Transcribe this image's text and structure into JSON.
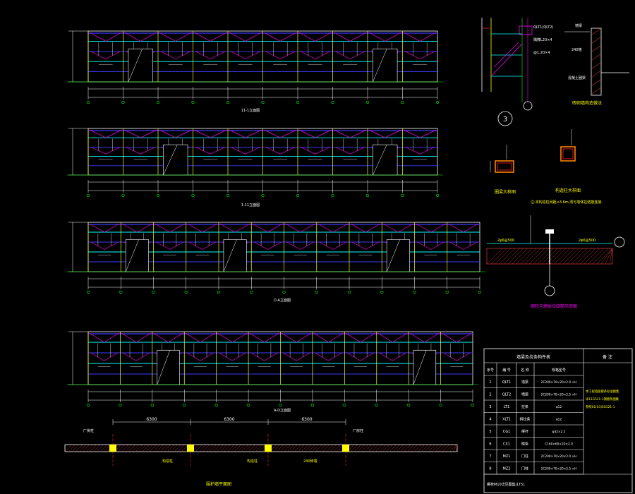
{
  "colors": {
    "background": "#000000",
    "frame": "#ffffff",
    "cyan": "#00ffff",
    "magenta": "#ff00ff",
    "blue": "#3b3bff",
    "yellow": "#ffff00",
    "green": "#00ff00",
    "red": "#ff2020",
    "hatch": "#c83030"
  },
  "elevations": [
    {
      "caption": "11-1立面图"
    },
    {
      "caption": "1-11立面图"
    },
    {
      "caption": "D-A立面图"
    },
    {
      "caption": "A-D立面图"
    }
  ],
  "detail_3": {
    "number": "3",
    "labels": [
      "QLT1(QLT2)",
      "隅撑L20×4",
      "@1.20×4"
    ]
  },
  "parapet_section": {
    "title": "砖砌墙构造做法",
    "labels": [
      "墙梁",
      "240墙",
      "混凝土圈梁"
    ]
  },
  "section_details": [
    {
      "caption": "圈梁大样图"
    },
    {
      "caption": "构造柱大样图"
    }
  ],
  "note_text": "注:本构造柱间距≤3.6m,须与墙体拉结筋连接.",
  "beam_detail": {
    "left_label": "2φ6@500",
    "right_label": "2φ6@500",
    "caption": "钢柱与墙体拉结筋示意图"
  },
  "plan": {
    "dims": [
      "6300",
      "6300",
      "6300"
    ],
    "labels": [
      "厂房柱",
      "厂房柱",
      "构造柱",
      "构造柱",
      "240砖墙"
    ],
    "caption": "围护墙平面图"
  },
  "table": {
    "title": "墙梁及拉条构件表",
    "remark_header": "备 注",
    "headers": [
      "序号",
      "编 号",
      "名 称",
      "规格型号"
    ],
    "rows": [
      [
        "1",
        "QLT1",
        "墙梁",
        "2C200×70×20×2.0 ×H"
      ],
      [
        "2",
        "QLT2",
        "墙梁",
        "2C200×70×20×2.5 ×H"
      ],
      [
        "3",
        "LT1",
        "拉条",
        "φ12"
      ],
      [
        "4",
        "XLT1",
        "斜拉条",
        "φ12"
      ],
      [
        "5",
        "CG1",
        "撑杆",
        "φ32×2.5"
      ],
      [
        "6",
        "CX1",
        "檩条",
        "C160×60×20×2.0"
      ],
      [
        "7",
        "MZ1",
        "门柱",
        "2C200×70×20×2.0 ×H"
      ],
      [
        "8",
        "MZ2",
        "门柱",
        "2C200×70×20×2.5 ×H"
      ]
    ],
    "remark": [
      "本工程墙面檩条标准图集",
      "详11G521-1钢檩条图集",
      "参照01(03)SG521-1"
    ],
    "footer": "螺栓M10详见图集(LT3)."
  }
}
